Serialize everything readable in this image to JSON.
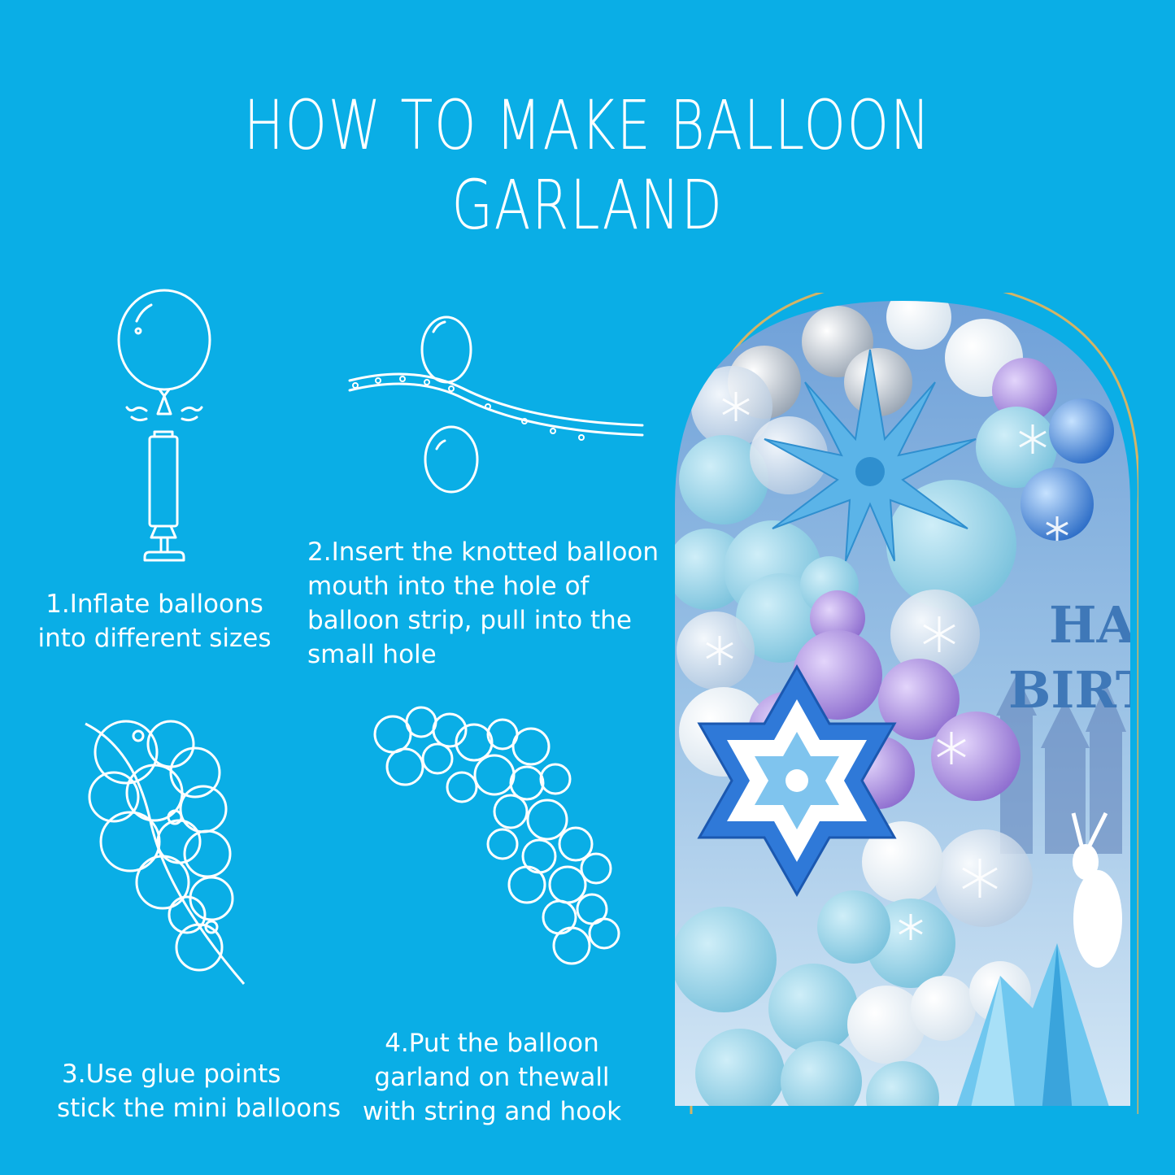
{
  "title": "HOW TO MAKE BALLOON GARLAND",
  "steps": [
    {
      "line1": "1.Inflate balloons",
      "line2": "into different sizes"
    },
    {
      "line1": "2.Insert the knotted balloon",
      "line2": "mouth into the hole of",
      "line3": "balloon strip, pull into the",
      "line4": "small hole"
    },
    {
      "line1": "3.Use glue points",
      "line2": "stick the mini balloons"
    },
    {
      "line1": "4.Put the balloon",
      "line2": "garland on thewall",
      "line3": "with string and hook"
    }
  ],
  "photo": {
    "banner_line1": "HA",
    "banner_line2": "BIRT"
  },
  "colors": {
    "background": "#0aaee6",
    "line_art": "#ffffff",
    "arch_frame": "#d4b466",
    "balloon_light_blue": "#8fd0e6",
    "balloon_purple": "#a98fd8",
    "balloon_white": "#f4f7fb",
    "balloon_silver": "#c9d1da"
  },
  "icons": [
    "balloon-pump-icon",
    "balloon-strip-icon",
    "balloon-cluster-icon",
    "balloon-garland-icon",
    "starburst-balloon-icon",
    "snowflake-balloon-icon"
  ]
}
